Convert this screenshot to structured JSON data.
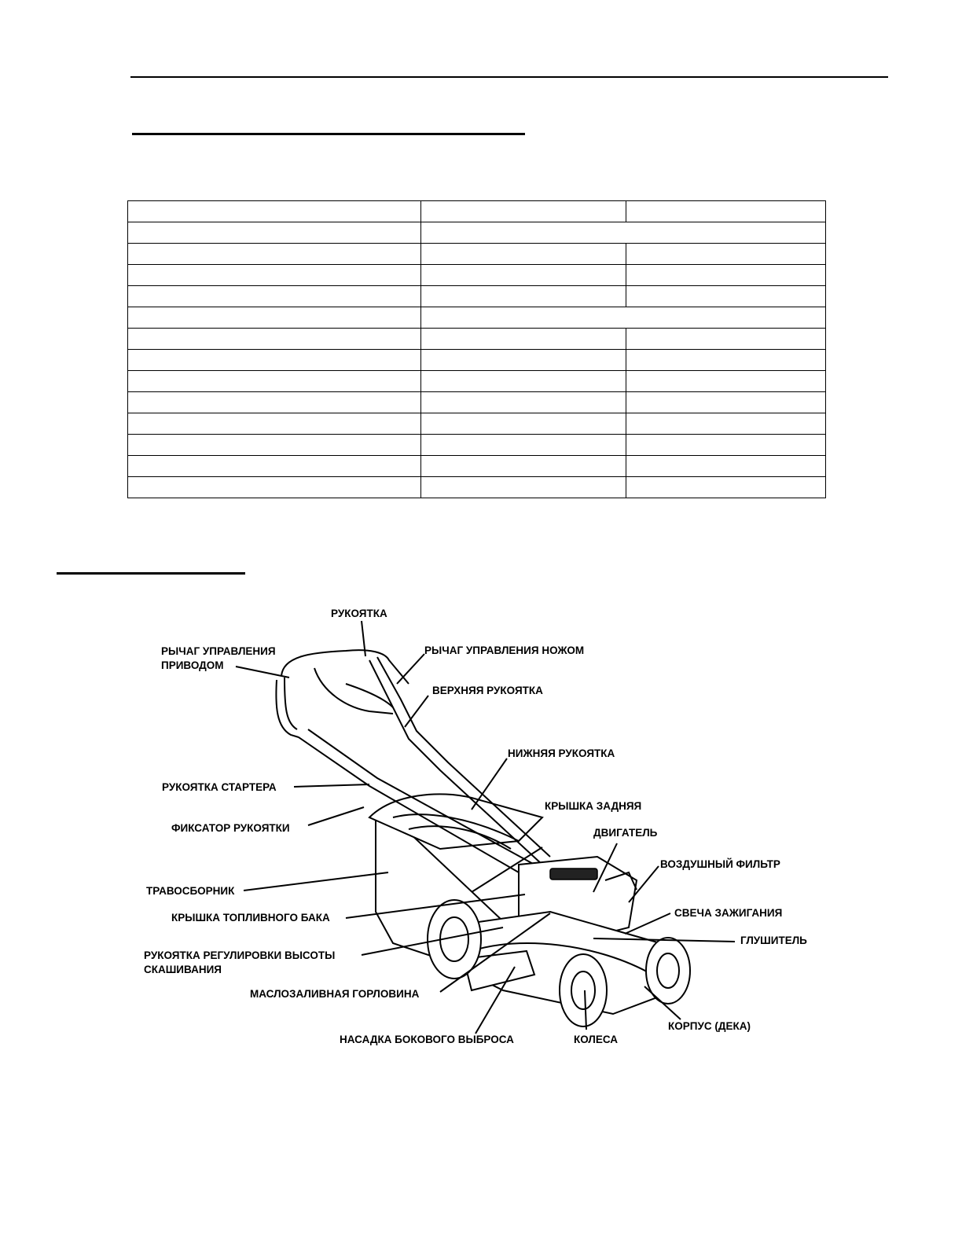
{
  "spec_table": {
    "rows": [
      [
        "",
        "",
        ""
      ],
      [
        "",
        ""
      ],
      [
        "",
        "",
        ""
      ],
      [
        "",
        "",
        ""
      ],
      [
        "",
        "",
        ""
      ],
      [
        "",
        ""
      ],
      [
        "",
        "",
        ""
      ],
      [
        "",
        "",
        ""
      ],
      [
        "",
        "",
        ""
      ],
      [
        "",
        "",
        ""
      ],
      [
        "",
        "",
        ""
      ],
      [
        "",
        "",
        ""
      ],
      [
        "",
        "",
        ""
      ],
      [
        "",
        "",
        ""
      ]
    ]
  },
  "diagram": {
    "labels": {
      "handle": "РУКОЯТКА",
      "drive_lever_1": "РЫЧАГ УПРАВЛЕНИЯ",
      "drive_lever_2": "ПРИВОДОМ",
      "blade_lever": "РЫЧАГ УПРАВЛЕНИЯ НОЖОМ",
      "upper_handle": "ВЕРХНЯЯ РУКОЯТКА",
      "lower_handle": "НИЖНЯЯ РУКОЯТКА",
      "starter_handle": "РУКОЯТКА СТАРТЕРА",
      "handle_lock": "ФИКСАТОР РУКОЯТКИ",
      "rear_cover": "КРЫШКА ЗАДНЯЯ",
      "engine": "ДВИГАТЕЛЬ",
      "air_filter": "ВОЗДУШНЫЙ ФИЛЬТР",
      "grass_catcher": "ТРАВОСБОРНИК",
      "fuel_cap": "КРЫШКА ТОПЛИВНОГО БАКА",
      "spark_plug": "СВЕЧА ЗАЖИГАНИЯ",
      "muffler": "ГЛУШИТЕЛЬ",
      "height_lever_1": "РУКОЯТКА РЕГУЛИРОВКИ ВЫСОТЫ",
      "height_lever_2": "СКАШИВАНИЯ",
      "oil_filler": "МАСЛОЗАЛИВНАЯ ГОРЛОВИНА",
      "side_discharge": "НАСАДКА БОКОВОГО ВЫБРОСА",
      "wheels": "КОЛЕСА",
      "deck": "КОРПУС (ДЕКА)"
    }
  }
}
